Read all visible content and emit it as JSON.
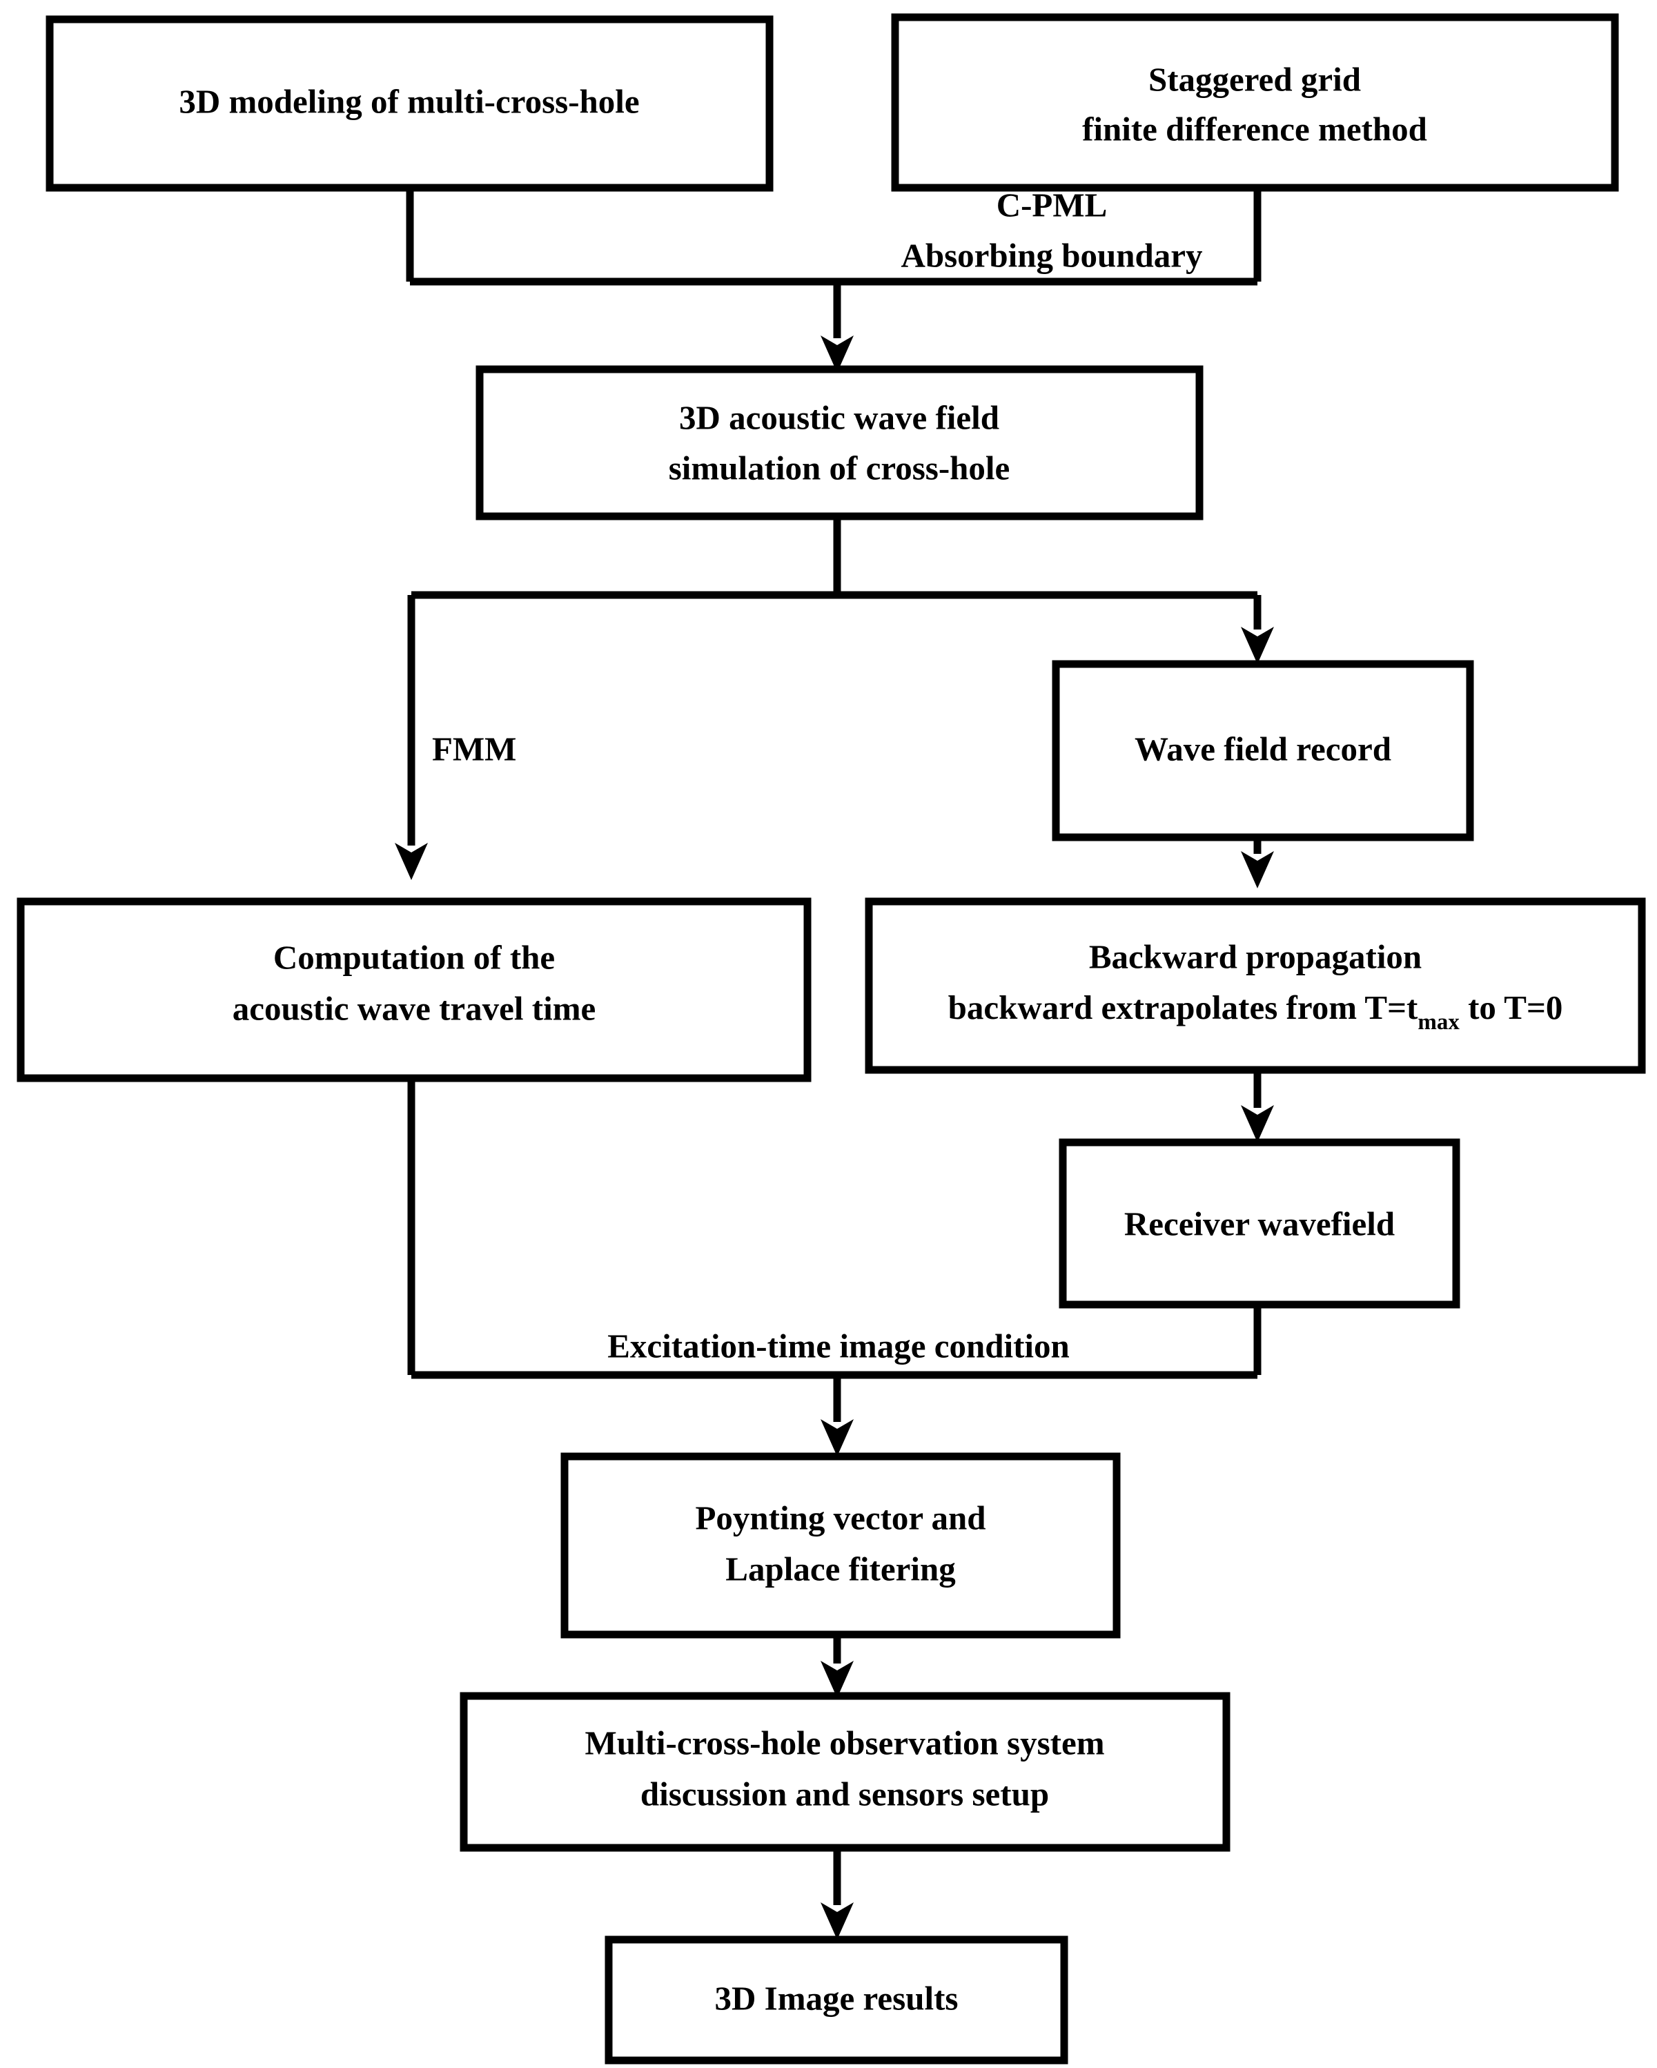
{
  "diagram": {
    "title": "3D cross-hole acoustic wave imaging workflow",
    "stroke_color": "#000000",
    "fill_color": "#ffffff",
    "background": "#ffffff"
  },
  "nodes": {
    "modeling": {
      "line1": "3D modeling of multi-cross-hole"
    },
    "staggered": {
      "line1": "Staggered grid",
      "line2": "finite difference method"
    },
    "simulation": {
      "line1": "3D acoustic wave field",
      "line2": "simulation of cross-hole"
    },
    "wave_record": {
      "line1": "Wave field record"
    },
    "travel_time": {
      "line1": "Computation of the",
      "line2": "acoustic wave travel time"
    },
    "backward": {
      "line1": "Backward propagation",
      "line2_a": "backward extrapolates from T=t",
      "line2_sub": "max",
      "line2_b": " to T=0"
    },
    "receiver": {
      "line1": "Receiver wavefield"
    },
    "poynting": {
      "line1": "Poynting vector and",
      "line2": "Laplace fitering"
    },
    "observation": {
      "line1": "Multi-cross-hole observation system",
      "line2": "discussion and sensors setup"
    },
    "results": {
      "line1": "3D Image results"
    }
  },
  "edge_labels": {
    "cpml_line1": "C-PML",
    "cpml_line2": "Absorbing boundary",
    "fmm": "FMM",
    "excitation": "Excitation-time image condition"
  }
}
